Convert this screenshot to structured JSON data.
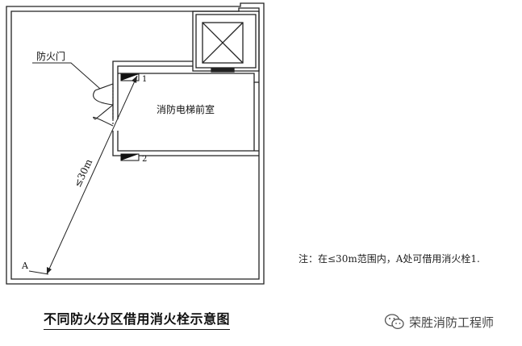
{
  "labels": {
    "fire_door": "防火门",
    "lobby": "消防电梯前室",
    "hydrant_1": "1",
    "hydrant_2": "2",
    "distance": "≤30m",
    "point_a": "A"
  },
  "note": "注：在≤30m范围内，A处可借用消火栓1.",
  "title": "不同防火分区借用消火栓示意图",
  "watermark": {
    "icon": "wechat-icon",
    "text": "荣胜消防工程师"
  }
}
